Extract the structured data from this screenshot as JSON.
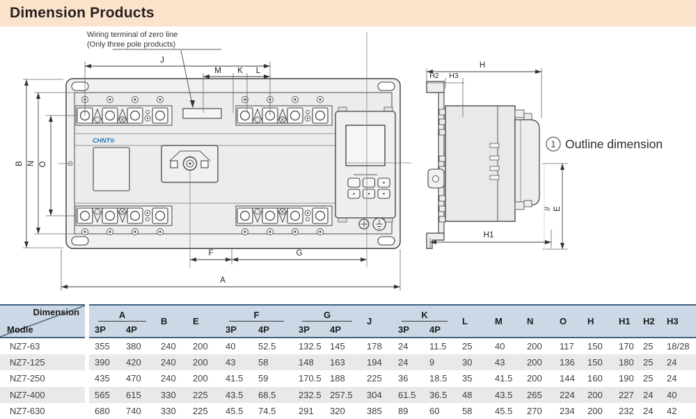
{
  "header": {
    "title": "Dimension Products"
  },
  "drawing": {
    "callout_line1": "Wiring terminal of zero line",
    "callout_line2": "(Only three pole products)",
    "brand": "CHNT®",
    "note": {
      "number": "1",
      "label": "Outline dimension"
    },
    "labels": {
      "a": "A",
      "b": "B",
      "e": "E",
      "f": "F",
      "g": "G",
      "j": "J",
      "k": "K",
      "l": "L",
      "m": "M",
      "n": "N",
      "o": "O",
      "h": "H",
      "h1": "H1",
      "h2": "H2",
      "h3": "H3",
      "approx": "//"
    }
  },
  "table": {
    "corner_top": "Dimension",
    "corner_bottom": "Modle",
    "group_headers": {
      "a": "A",
      "f": "F",
      "g": "G",
      "k": "K"
    },
    "sub_headers": {
      "p3": "3P",
      "p4": "4P"
    },
    "single_headers": {
      "b": "B",
      "e": "E",
      "j": "J",
      "l": "L",
      "m": "M",
      "n": "N",
      "o": "O",
      "h": "H",
      "h1": "H1",
      "h2": "H2",
      "h3": "H3"
    },
    "rows": [
      {
        "model": "NZ7-63",
        "values": [
          "355",
          "380",
          "240",
          "200",
          "40",
          "52.5",
          "132.5",
          "145",
          "178",
          "24",
          "11.5",
          "25",
          "40",
          "200",
          "117",
          "150",
          "170",
          "25",
          "18/28"
        ]
      },
      {
        "model": "NZ7-125",
        "values": [
          "390",
          "420",
          "240",
          "200",
          "43",
          "58",
          "148",
          "163",
          "194",
          "24",
          "9",
          "30",
          "43",
          "200",
          "136",
          "150",
          "180",
          "25",
          "24"
        ]
      },
      {
        "model": "NZ7-250",
        "values": [
          "435",
          "470",
          "240",
          "200",
          "41.5",
          "59",
          "170.5",
          "188",
          "225",
          "36",
          "18.5",
          "35",
          "41.5",
          "200",
          "144",
          "160",
          "190",
          "25",
          "24"
        ]
      },
      {
        "model": "NZ7-400",
        "values": [
          "565",
          "615",
          "330",
          "225",
          "43.5",
          "68.5",
          "232.5",
          "257.5",
          "304",
          "61.5",
          "36.5",
          "48",
          "43.5",
          "265",
          "224",
          "200",
          "227",
          "24",
          "40"
        ]
      },
      {
        "model": "NZ7-630",
        "values": [
          "680",
          "740",
          "330",
          "225",
          "45.5",
          "74.5",
          "291",
          "320",
          "385",
          "89",
          "60",
          "58",
          "45.5",
          "270",
          "234",
          "200",
          "232",
          "24",
          "42"
        ]
      }
    ]
  },
  "colors": {
    "accent_peach": "#fbe3cb",
    "header_blue": "#ccd8e5",
    "border_blue": "#40617f",
    "stripe_gray": "#e9e9e9",
    "brand_blue": "#1878be"
  }
}
